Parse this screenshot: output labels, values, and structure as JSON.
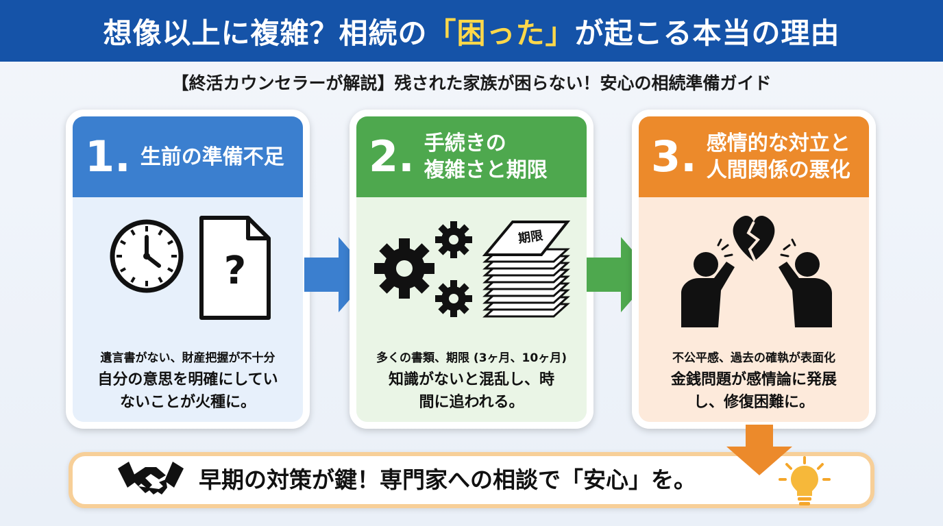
{
  "header": {
    "title_before": "想像以上に複雑？相続の",
    "title_highlight": "「困った」",
    "title_after": "が起こる本当の理由"
  },
  "subtitle": "【終活カウンセラーが解説】残された家族が困らない！安心の相続準備ガイド",
  "cards": [
    {
      "number": "1.",
      "title_line1": "生前の準備不足",
      "title_line2": "",
      "desc_small": "遺言書がない、財産把握が不十分",
      "desc_line1": "自分の意思を明確にしてい",
      "desc_line2": "ないことが火種に。",
      "color": "#3b7fcf",
      "icons": [
        "clock-icon",
        "document-question-icon"
      ]
    },
    {
      "number": "2.",
      "title_line1": "手続きの",
      "title_line2": "複雑さと期限",
      "desc_small": "多くの書類、期限 (3ヶ月、10ヶ月)",
      "desc_line1": "知識がないと混乱し、時",
      "desc_line2": "間に追われる。",
      "document_stack_label": "期限",
      "color": "#4ea84e",
      "icons": [
        "gears-icon",
        "document-stack-icon"
      ]
    },
    {
      "number": "3.",
      "title_line1": "感情的な対立と",
      "title_line2": "人間関係の悪化",
      "desc_small": "不公平感、過去の確執が表面化",
      "desc_line1": "金銭問題が感情論に発展",
      "desc_line2": "し、修復困難に。",
      "color": "#ec8a2b",
      "icons": [
        "broken-heart-icon",
        "arguing-people-icon"
      ]
    }
  ],
  "bottom": {
    "text": "早期の対策が鍵！専門家への相談で「安心」を。",
    "icons": [
      "handshake-icon",
      "lightbulb-icon"
    ]
  }
}
